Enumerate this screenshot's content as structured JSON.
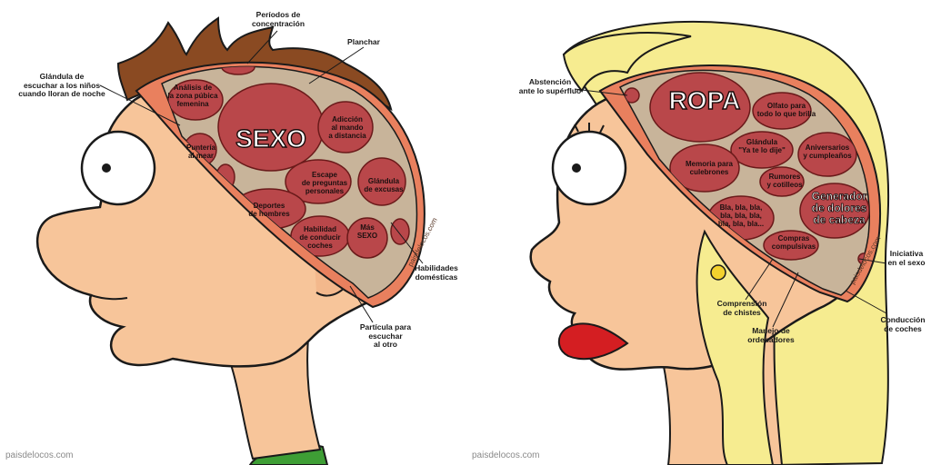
{
  "male": {
    "big_label": "SEXO",
    "labels": {
      "periodos": "Períodos de\nconcentración",
      "planchar": "Planchar",
      "glandula_ninos": "Glándula de\nescuchar a los niños\ncuando lloran de noche",
      "analisis": "Análisis de\nla zona púbica\nfemenina",
      "punteria": "Puntería\nal mear",
      "adiccion": "Adicción\nal mando\na distancia",
      "escape": "Escape\nde preguntas\npersonales",
      "glandula_excusas": "Glándula\nde excusas",
      "deportes": "Deportes\nde hombres",
      "habilidad_coches": "Habilidad\nde conducir\ncoches",
      "mas_sexo": "Más\nSEXO",
      "habilidades": "Habilidades\ndomésticas",
      "particula": "Partícula para\nescuchar\nal otro"
    },
    "skull_watermark": "paisdelocos.com",
    "watermark": "paisdelocos.com"
  },
  "female": {
    "big_label": "ROPA",
    "labels": {
      "abstencion": "Abstención\nante lo supérfluo",
      "olfato": "Olfato para\ntodo lo que brilla",
      "glandula_dije": "Glándula\n\"Ya te lo dije\"",
      "memoria": "Memoria para\nculebrones",
      "aniversarios": "Aniversarios\ny cumpleaños",
      "rumores": "Rumores\ny cotilleos",
      "bla": "Bla, bla, bla,\nbla, bla, bla,\nbla, bla, bla...",
      "generador": "Generador\nde dolores\nde cabeza",
      "compras": "Compras\ncompulsivas",
      "iniciativa": "Iniciativa\nen el sexo",
      "comprension": "Comprensión\nde chistes",
      "manejo": "Manejo de\nordenadores",
      "conduccion": "Conducción\nde coches"
    },
    "skull_watermark": "paisdelocos.com",
    "watermark": "paisdelocos.com"
  },
  "colors": {
    "skin": "#f7c59a",
    "skull": "#e9805e",
    "brain_bg": "#c8b49a",
    "brain_lobe": "#b9474a",
    "male_hair": "#8a4a22",
    "female_hair": "#f6ec90",
    "lips": "#d41e22",
    "shirt": "#3e9e35"
  }
}
